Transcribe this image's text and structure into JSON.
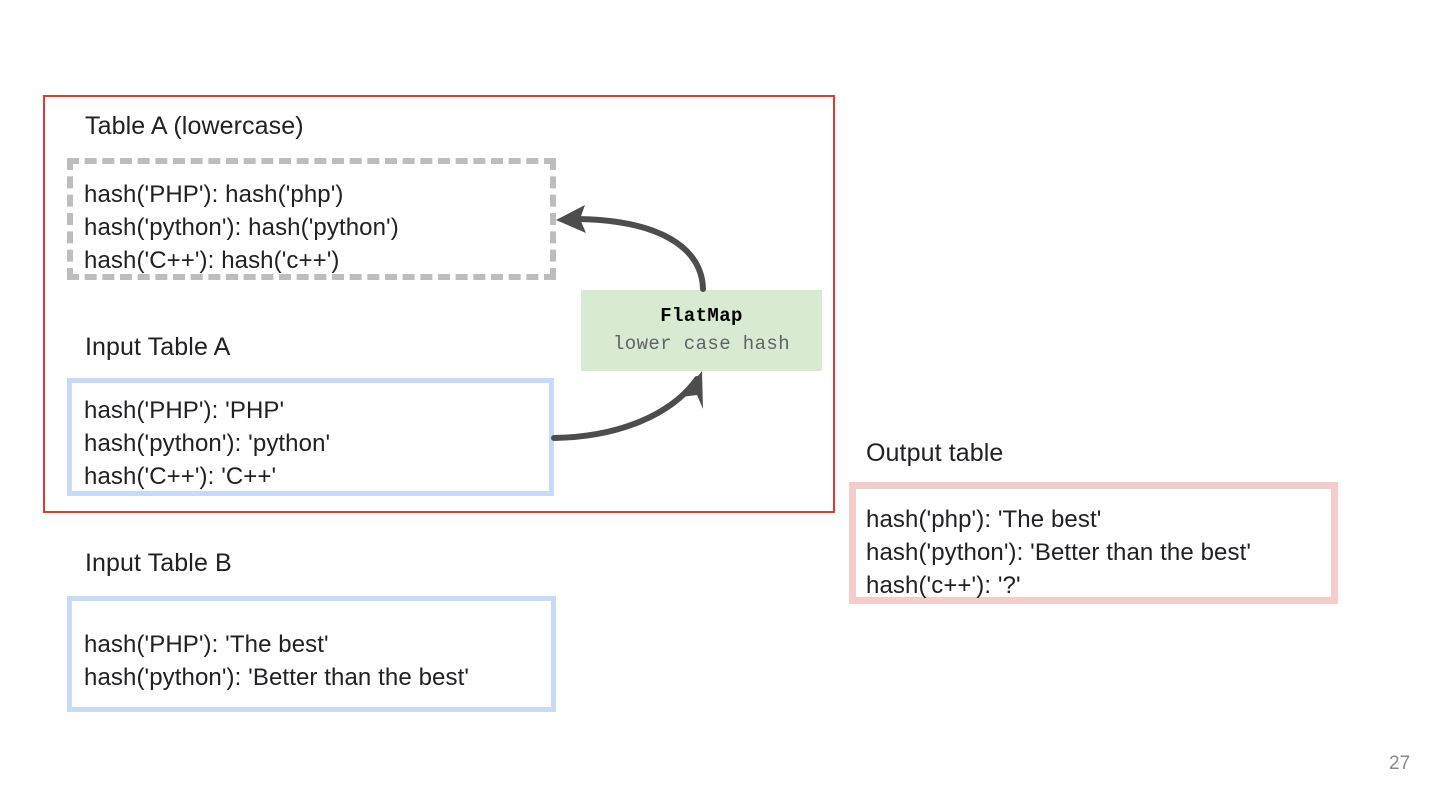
{
  "slide": {
    "page_number": "27",
    "colors": {
      "group_frame_border": "#e03a2f",
      "dashed_border": "#bdbdbd",
      "input_border": "#c9daf8",
      "output_border": "#f4cccc",
      "transform_fill": "#d9ead3",
      "arrow": "#4d4d4d",
      "text": "#202124",
      "muted_text": "#5f6368"
    }
  },
  "group": {
    "label": "Table A (lowercase)"
  },
  "table_a_lowercase": {
    "caption": "Table A (lowercase)",
    "rows": [
      "hash('PHP'): hash('php')",
      "hash('python'): hash('python')",
      "hash('C++'): hash('c++')"
    ]
  },
  "input_table_a": {
    "caption": "Input Table A",
    "rows": [
      "hash('PHP'): 'PHP'",
      "hash('python'): 'python'",
      "hash('C++'): 'C++'"
    ]
  },
  "input_table_b": {
    "caption": "Input Table B",
    "rows": [
      "hash('PHP'): 'The best'",
      "hash('python'): 'Better than the best'"
    ]
  },
  "output_table": {
    "caption": "Output table",
    "rows": [
      "hash('php'): 'The best'",
      "hash('python'): 'Better than the best'",
      "hash('c++'): '?'"
    ]
  },
  "transform": {
    "title": "FlatMap",
    "subtitle": "lower case hash"
  },
  "arrows": [
    {
      "name": "input-a-to-flatmap",
      "from": "Input Table A",
      "to": "FlatMap"
    },
    {
      "name": "flatmap-to-table-a-lowercase",
      "from": "FlatMap",
      "to": "Table A (lowercase)"
    }
  ]
}
